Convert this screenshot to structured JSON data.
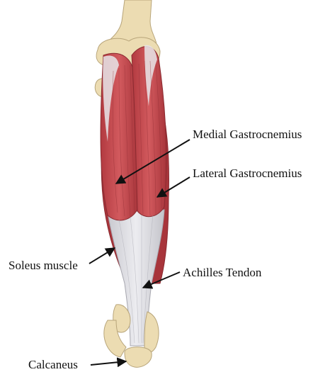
{
  "labels": {
    "medial_gastrocnemius": "Medial Gastrocnemius",
    "lateral_gastrocnemius": "Lateral Gastrocnemius",
    "soleus_muscle": "Soleus muscle",
    "achilles_tendon": "Achilles Tendon",
    "calcaneus": "Calcaneus"
  },
  "colors": {
    "muscle": "#c0454a",
    "muscle_dark": "#9c2f36",
    "tendon": "#d9d9de",
    "bone": "#ecdcb2",
    "bone_outline": "#b8a57a",
    "arrow": "#111111"
  }
}
